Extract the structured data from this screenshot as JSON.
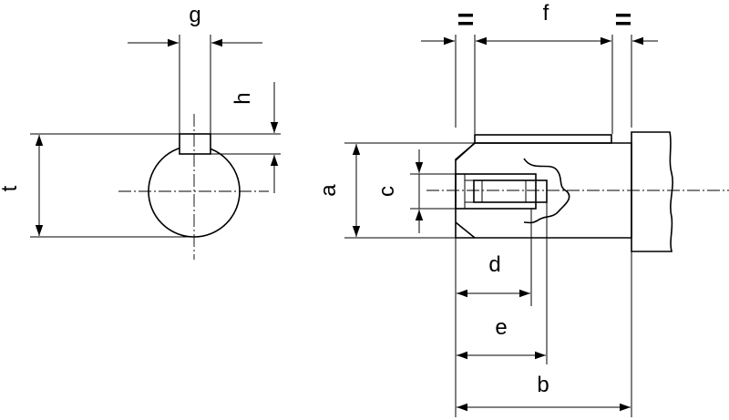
{
  "labels": {
    "g": "g",
    "h": "h",
    "t": "t",
    "f": "f",
    "a": "a",
    "c": "c",
    "d": "d",
    "e": "e",
    "b": "b",
    "equal_left": "=",
    "equal_right": "="
  },
  "colors": {
    "stroke": "#000000",
    "background": "#ffffff"
  }
}
